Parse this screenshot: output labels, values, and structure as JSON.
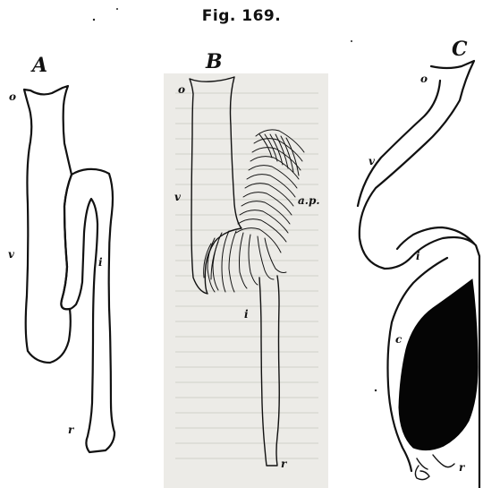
{
  "figure": {
    "title": "Fig. 169.",
    "panels": [
      {
        "id": "A",
        "title": "A",
        "labels": {
          "o": "o",
          "v": "v",
          "i": "i",
          "r": "r"
        }
      },
      {
        "id": "B",
        "title": "B",
        "labels": {
          "o": "o",
          "v": "v",
          "ap": "a.p.",
          "i": "i",
          "r": "r"
        }
      },
      {
        "id": "C",
        "title": "C",
        "labels": {
          "o": "o",
          "v": "v",
          "i": "i",
          "c": "c",
          "r": "r"
        }
      }
    ]
  },
  "colors": {
    "ink": "#111111",
    "paper": "#ffffff",
    "scan_bg": "#ededea"
  }
}
